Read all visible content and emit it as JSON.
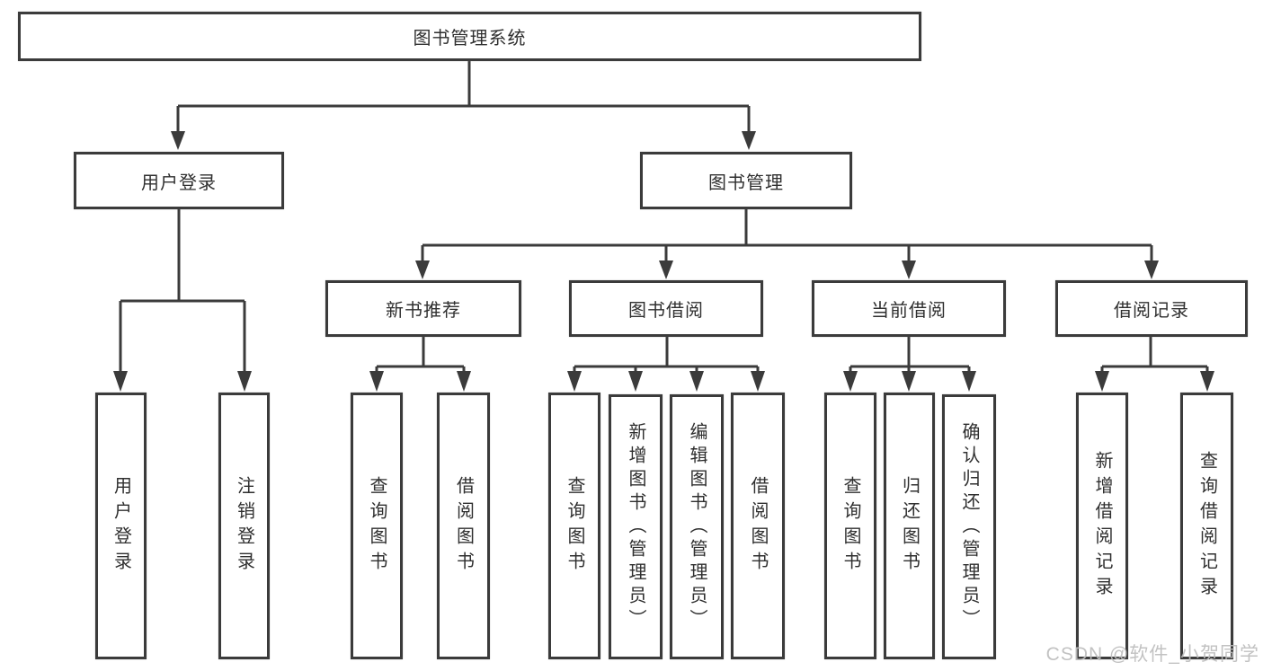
{
  "tree": {
    "label": "图书管理系统",
    "children": [
      {
        "label": "用户登录",
        "children": [
          {
            "label": "用户登录"
          },
          {
            "label": "注销登录"
          }
        ]
      },
      {
        "label": "图书管理",
        "children": [
          {
            "label": "新书推荐",
            "children": [
              {
                "label": "查询图书"
              },
              {
                "label": "借阅图书"
              }
            ]
          },
          {
            "label": "图书借阅",
            "children": [
              {
                "label": "查询图书"
              },
              {
                "label": "新增图书（管理员）"
              },
              {
                "label": "编辑图书（管理员）"
              },
              {
                "label": "借阅图书"
              }
            ]
          },
          {
            "label": "当前借阅",
            "children": [
              {
                "label": "查询图书"
              },
              {
                "label": "归还图书"
              },
              {
                "label": "确认归还（管理员）"
              }
            ]
          },
          {
            "label": "借阅记录",
            "children": [
              {
                "label": "新增借阅记录"
              },
              {
                "label": "查询借阅记录"
              }
            ]
          }
        ]
      }
    ]
  },
  "watermark": "CSDN @软件_小贺同学",
  "colors": {
    "line": "#3b3b3b",
    "text": "#2f2f2f",
    "watermark": "#bdbdbd",
    "background": "#ffffff"
  }
}
